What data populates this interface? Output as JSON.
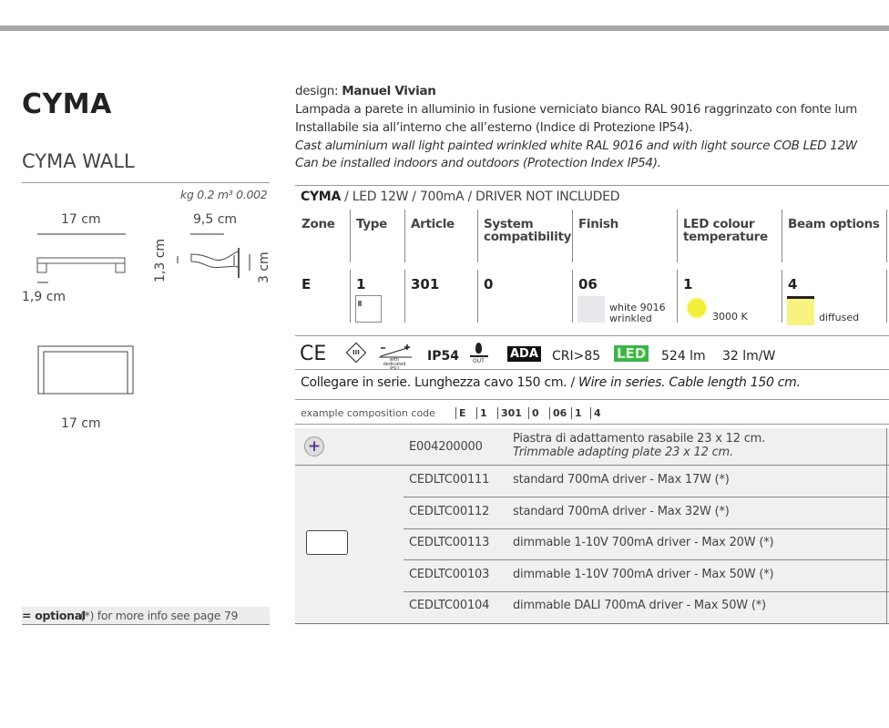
{
  "product": {
    "name": "CYMA",
    "variant": "CYMA WALL",
    "weight": "kg 0.2 m³ 0.002"
  },
  "dimensions": {
    "front_width": "17 cm",
    "front_height": "1,9 cm",
    "side_width": "9,5 cm",
    "side_height_small": "1,3 cm",
    "side_height": "3 cm",
    "top_width": "17 cm"
  },
  "description": {
    "design_label": "design:",
    "designer": "Manuel Vivian",
    "it_line1": "Lampada a parete in alluminio in fusione verniciato bianco RAL 9016 raggrinzato con fonte lum",
    "it_line2": "Installabile sia all’interno che all’esterno (Indice di Protezione IP54).",
    "en_line1": "Cast aluminium wall light painted wrinkled white RAL 9016 and with light source COB LED 12W",
    "en_line2": "Can be installed indoors and outdoors (Protection Index IP54)."
  },
  "spec": {
    "name": "CYMA",
    "rest": " / LED 12W / 700mA / DRIVER NOT INCLUDED"
  },
  "table": {
    "headers": [
      "Zone",
      "Type",
      "Article",
      "System compatibility",
      "Finish",
      "LED colour temperature",
      "Beam options"
    ],
    "values": [
      "E",
      "1",
      "301",
      "0",
      "06",
      "1",
      "4"
    ],
    "finish_label": "white 9016 wrinkled",
    "led_label": "3000 K",
    "beam_label": "diffused"
  },
  "certs": {
    "ce": "CE",
    "class": "III",
    "psu": "with dedicated PSU",
    "ip": "IP54",
    "out": "OUT",
    "ada": "ADA",
    "cri": "CRI>85",
    "led": "LED",
    "lumen": "524 lm",
    "efficacy": "32 lm/W"
  },
  "wiring": {
    "it": "Collegare in serie. Lunghezza cavo 150 cm. / ",
    "en": "Wire in series. Cable length 150 cm."
  },
  "example": {
    "label": "example composition code",
    "codes": [
      "E",
      "1",
      "301",
      "0",
      "06",
      "1",
      "4"
    ]
  },
  "accessories": [
    {
      "code": "E004200000",
      "it": "Piastra di adattamento rasabile 23 x 12 cm.",
      "en": "Trimmable adapting plate 23 x 12 cm."
    },
    {
      "code": "CEDLTC00111",
      "desc": "standard 700mA driver - Max 17W (*)"
    },
    {
      "code": "CEDLTC00112",
      "desc": "standard 700mA driver - Max 32W (*)"
    },
    {
      "code": "CEDLTC00113",
      "desc": "dimmable 1-10V 700mA driver - Max 20W (*)"
    },
    {
      "code": "CEDLTC00103",
      "desc": "dimmable 1-10V 700mA driver - Max 50W (*)"
    },
    {
      "code": "CEDLTC00104",
      "desc": "dimmable DALI 700mA driver - Max 50W (*)"
    }
  ],
  "footer": {
    "optional": "= optional",
    "rest": " (*) for more info see page 79"
  },
  "colors": {
    "accent_led": "#3cb44a",
    "beam": "#f8f280",
    "led_dot": "#f2ee3a",
    "plus": "#5a3d8c"
  }
}
